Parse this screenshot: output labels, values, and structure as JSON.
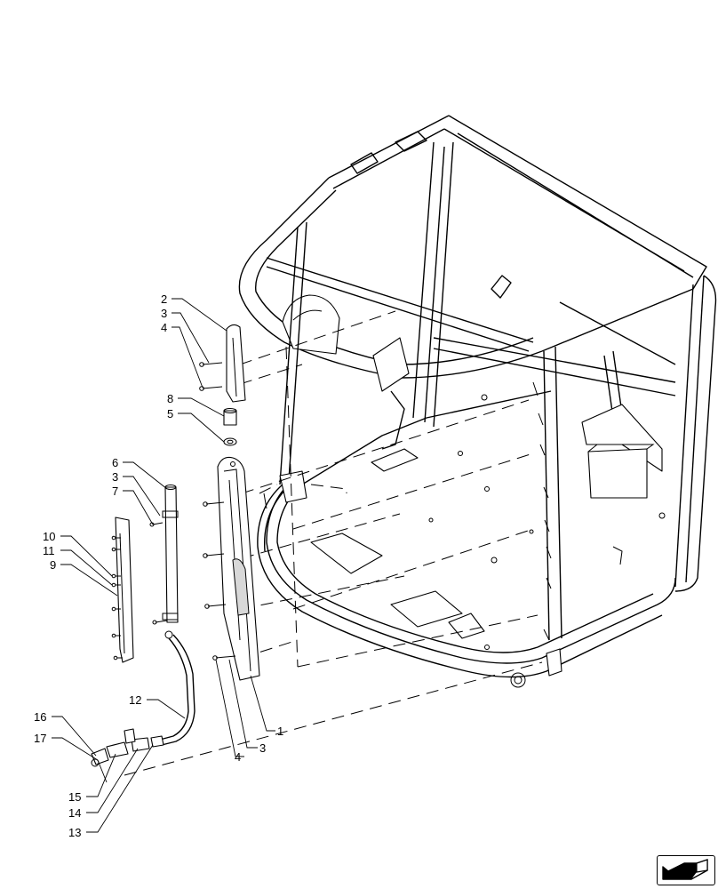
{
  "callouts": [
    {
      "id": "c2a",
      "label": "2"
    },
    {
      "id": "c3a",
      "label": "3"
    },
    {
      "id": "c4a",
      "label": "4"
    },
    {
      "id": "c8",
      "label": "8"
    },
    {
      "id": "c5",
      "label": "5"
    },
    {
      "id": "c6",
      "label": "6"
    },
    {
      "id": "c3b",
      "label": "3"
    },
    {
      "id": "c7",
      "label": "7"
    },
    {
      "id": "c10",
      "label": "10"
    },
    {
      "id": "c11",
      "label": "11"
    },
    {
      "id": "c9",
      "label": "9"
    },
    {
      "id": "c12",
      "label": "12"
    },
    {
      "id": "c16",
      "label": "16"
    },
    {
      "id": "c17",
      "label": "17"
    },
    {
      "id": "c15",
      "label": "15"
    },
    {
      "id": "c14",
      "label": "14"
    },
    {
      "id": "c13",
      "label": "13"
    },
    {
      "id": "c4b",
      "label": "4"
    },
    {
      "id": "c3c",
      "label": "3"
    },
    {
      "id": "c1",
      "label": "1"
    }
  ],
  "icons": {
    "navigation": "arrow-next-page-icon"
  }
}
